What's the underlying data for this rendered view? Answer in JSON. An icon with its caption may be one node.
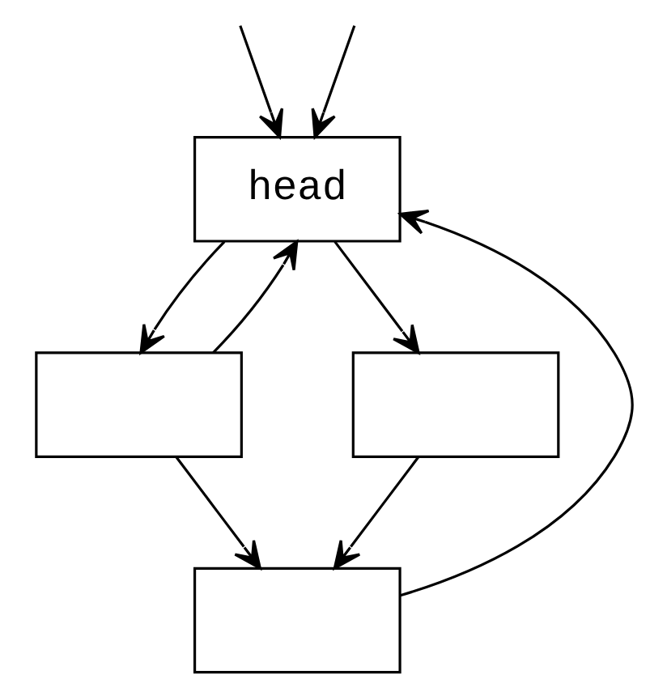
{
  "diagram": {
    "nodes": [
      {
        "text": [
          "head"
        ]
      },
      {
        "text": [],
        "shape": "box"
      },
      {
        "text": [],
        "shape": "box"
      },
      {
        "text": [],
        "shape": "box"
      }
    ],
    "edges": [
      {
        "from": null,
        "to": 0,
        "arrow": "to"
      },
      {
        "from": null,
        "to": 0,
        "arrow": "to"
      },
      {
        "from": 0,
        "to": 1,
        "arrow": "to"
      },
      {
        "from": 0,
        "to": 2,
        "arrow": "to"
      },
      {
        "from": 1,
        "to": 3,
        "arrow": "to"
      },
      {
        "from": 2,
        "to": 3,
        "arrow": "to"
      },
      {
        "from": 1,
        "to": 0,
        "arrow": "to"
      },
      {
        "from": 3,
        "to": 0,
        "arrow": "to"
      }
    ]
  }
}
